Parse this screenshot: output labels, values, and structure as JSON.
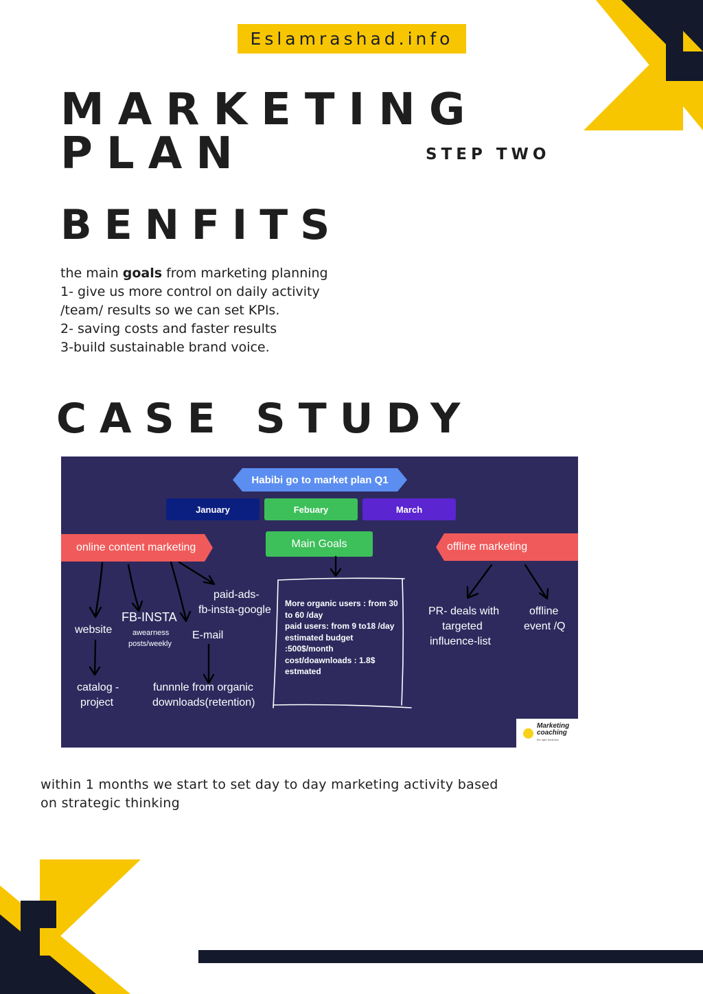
{
  "header": {
    "site": "Eslamrashad.info"
  },
  "titles": {
    "line1": "MARKETING",
    "line2": "PLAN",
    "step": "STEP TWO",
    "benefits": "BENFITS",
    "case_study": "CASE STUDY"
  },
  "goals": {
    "intro_before": "the main ",
    "intro_bold": "goals",
    "intro_after": " from marketing planning",
    "lines": [
      "1- give us more control on daily activity",
      "/team/ results so we can set KPIs.",
      "2- saving costs and faster results",
      "3-build sustainable brand voice."
    ]
  },
  "slide": {
    "title": "Habibi go to market plan Q1",
    "months": [
      "January",
      "Febuary",
      "March"
    ],
    "main_goals": "Main Goals",
    "online_ribbon": "online content marketing",
    "offline_ribbon": "offline marketing",
    "website": "website",
    "fb_insta": "FB-INSTA",
    "awareness_1": "awearness",
    "awareness_2": "posts/weekly",
    "email": "E-mail",
    "paid_ads_1": "paid-ads-",
    "paid_ads_2": "fb-insta-google",
    "catalog_1": "catalog -",
    "catalog_2": "project",
    "funnel_1": "funnnle from organic",
    "funnel_2": "downloads(retention)",
    "goal_box_lines": [
      "More organic users : from 30",
      "to 60 /day",
      "paid users: from 9 to18 /day",
      "estimated budget",
      ":500$/month",
      "cost/doawnloads : 1.8$",
      "estmated"
    ],
    "pr_1": "PR- deals with",
    "pr_2": "targeted",
    "pr_3": "influence-list",
    "offline_event_1": "offline",
    "offline_event_2": "event /Q",
    "logo_1": "Marketing",
    "logo_2": "coaching",
    "logo_sub": "the right feedback"
  },
  "footer": {
    "line1": "within 1 months we start to set day to day marketing activity based",
    "line2": "on strategic thinking"
  },
  "colors": {
    "yellow": "#f7c600",
    "navy": "#14192b",
    "slide_bg": "#2e2a5e",
    "ribbon_red": "#f05a5a",
    "green": "#3dbf5a"
  }
}
